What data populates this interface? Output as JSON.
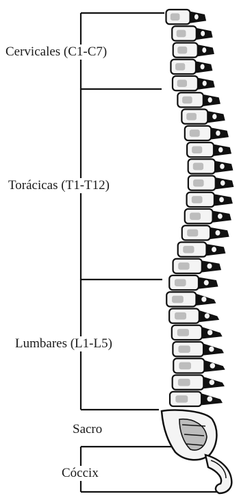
{
  "regions": {
    "cervical": {
      "label": "Cervicales (C1-C7)"
    },
    "thoracic": {
      "label": "Torácicas (T1-T12)"
    },
    "lumbar": {
      "label": "Lumbares (L1-L5)"
    },
    "sacrum": {
      "label": "Sacro"
    },
    "coccyx": {
      "label": "Cóccix"
    }
  },
  "colors": {
    "ink": "#111111",
    "bone_shade": "#bdbdbd",
    "bone_light": "#f4f4f4"
  }
}
